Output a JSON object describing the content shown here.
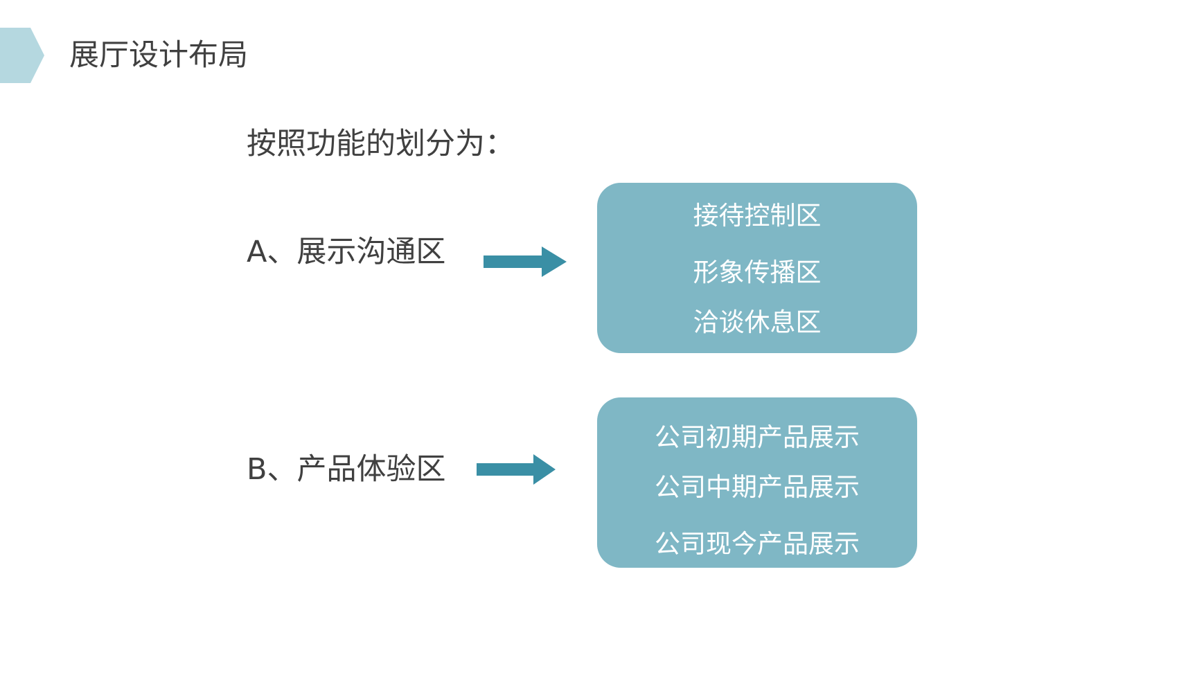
{
  "title": "展厅设计布局",
  "intro": "按照功能的划分为：",
  "colors": {
    "header_tab": "#b5d8e0",
    "arrow": "#3a8fa5",
    "box_fill": "#7fb7c5",
    "text_dark": "#404040",
    "text_light": "#ffffff"
  },
  "groups": [
    {
      "label": "A、展示沟通区",
      "items": [
        "接待控制区",
        "形象传播区",
        "洽谈休息区"
      ]
    },
    {
      "label": "B、产品体验区",
      "items": [
        "公司初期产品展示",
        "公司中期产品展示",
        "公司现今产品展示"
      ]
    }
  ]
}
